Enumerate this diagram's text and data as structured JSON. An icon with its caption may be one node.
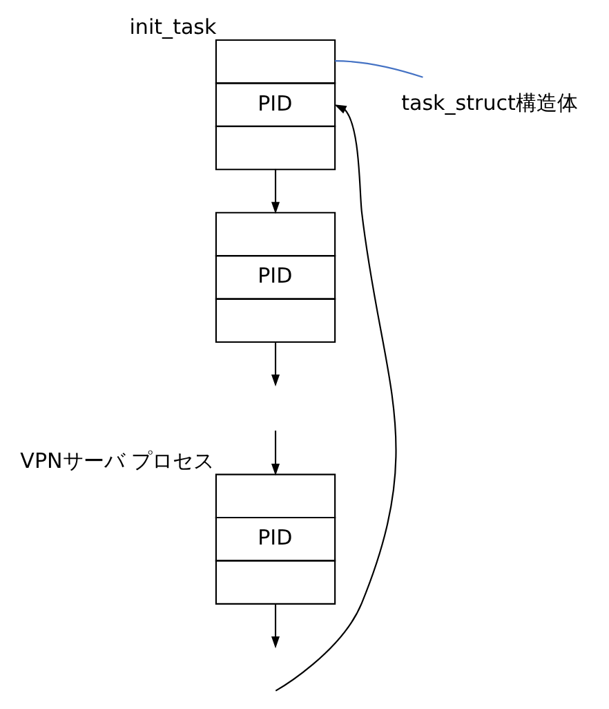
{
  "diagram": {
    "nodes": [
      {
        "text": [
          "PID"
        ],
        "beside": [
          "init_task"
        ]
      },
      {
        "text": [
          "PID"
        ]
      },
      {
        "text": [
          "PID"
        ],
        "beside": [
          "VPNサーバ プロセス"
        ]
      },
      {
        "text": [
          "task_struct構造体"
        ]
      }
    ],
    "edges": [
      {
        "from": 3,
        "to": 0,
        "arrow": "none",
        "color": "#4472c4"
      },
      {
        "from": 0,
        "to": 1,
        "arrow": "to"
      },
      {
        "from": 1,
        "to": null,
        "arrow": "to"
      },
      {
        "from": null,
        "to": 2,
        "arrow": "to"
      },
      {
        "from": 2,
        "to": null,
        "arrow": "to"
      },
      {
        "from": null,
        "to": 0,
        "arrow": "to"
      }
    ]
  }
}
